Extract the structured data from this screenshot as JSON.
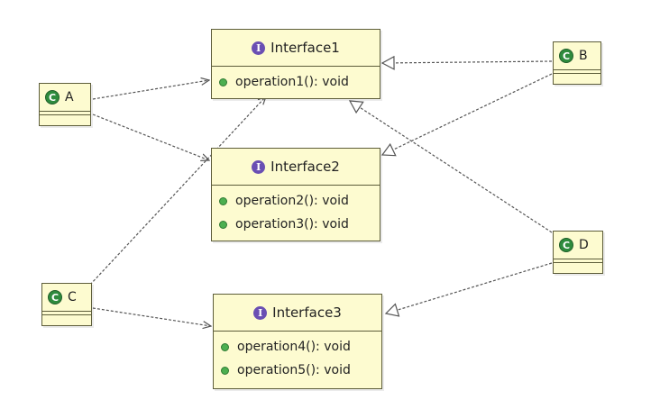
{
  "interfaces": {
    "i1": {
      "name": "Interface1",
      "ops": [
        "operation1(): void"
      ]
    },
    "i2": {
      "name": "Interface2",
      "ops": [
        "operation2(): void",
        "operation3(): void"
      ]
    },
    "i3": {
      "name": "Interface3",
      "ops": [
        "operation4(): void",
        "operation5(): void"
      ]
    }
  },
  "classes": {
    "a": {
      "name": "A"
    },
    "b": {
      "name": "B"
    },
    "c": {
      "name": "C"
    },
    "d": {
      "name": "D"
    }
  },
  "icons": {
    "interface_icon": "interface-icon",
    "class_icon": "class-icon",
    "operation_icon": "public-method-icon",
    "interface_glyph": "I",
    "class_glyph": "C"
  },
  "colors": {
    "box_fill": "#fdfbd0",
    "box_border": "#5d5d3a",
    "edge": "#555555",
    "interface_icon": "#6a4fb3",
    "class_icon": "#2e8b3d",
    "method_dot": "#4caf50"
  }
}
